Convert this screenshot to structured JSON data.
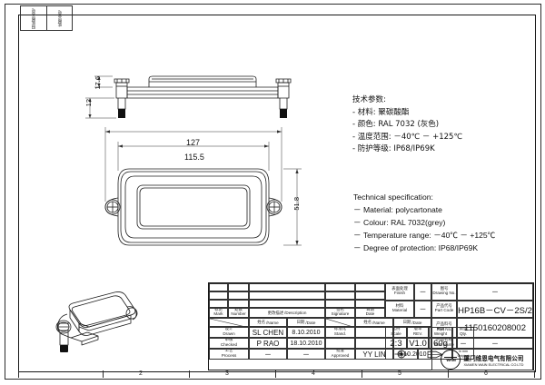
{
  "sheet": {
    "zone_labels_bottom": [
      "2",
      "3",
      "4",
      "5",
      "6"
    ],
    "corner_table": {
      "cells": [
        "旧底图总号",
        "底图总号",
        "签名 日期"
      ]
    }
  },
  "spec_cn": {
    "title": "技术参数:",
    "lines": [
      "- 材料: 聚碳酸酯",
      "- 颜色: RAL 7032 (灰色)",
      "- 温度范围: －40℃ － +125℃",
      "- 防护等级: IP68/IP69K"
    ]
  },
  "spec_en": {
    "title": "Technical specification:",
    "lines": [
      "－ Material: polycartonate",
      "－ Colour: RAL 7032(grey)",
      "－ Temperature range:  －40℃ －  +125℃",
      "－ Degree of protection: IP68/IP69K"
    ]
  },
  "dimensions": {
    "overall_width": "127",
    "inner_width": "115.5",
    "height": "51.8",
    "side_height_1": "17.6",
    "side_height_2": "12"
  },
  "title_block": {
    "labels": {
      "mark_cn": "标记",
      "mark_en": "Mark",
      "number_cn": "处数",
      "number_en": "Number",
      "description_cn": "更改描述",
      "description_en": "/Description",
      "signature_cn": "签名",
      "signature_en": "Signature",
      "date_cn": "日期",
      "date_en": "Date",
      "name_cn": "姓名",
      "name_en": "/Name",
      "date2_cn": "日期",
      "date2_en": "/Date",
      "design_cn": "设计",
      "design_en": "Drawn",
      "checked_cn": "审核",
      "checked_en": "Checked",
      "process_cn": "工艺",
      "process_en": "Process",
      "stand_cn": "标准化",
      "stand_en": "Stand.",
      "approved_cn": "批准",
      "approved_en": "Approved",
      "finish_cn": "表面处理",
      "finish_en": "Finish",
      "material_cn": "材料",
      "material_en": "Material",
      "scale_cn": "比例",
      "scale_en": "Scale",
      "rev_cn": "版本",
      "rev_en": "REV.",
      "weight_cn": "重量",
      "weight_en": "Weight",
      "qty_cn": "数量",
      "qty_en": "Qty.",
      "drawing_no_cn": "图号",
      "drawing_no_en": "Drawing No.",
      "part_code_cn": "产品代号",
      "part_code_en": "Part Code",
      "part_no_cn": "产品料号",
      "part_no_en": "Part No.",
      "part_name_cn": "产品名称",
      "part_name_en": "Part Name"
    },
    "values": {
      "drawn_name": "SL CHEN",
      "drawn_date": "8.10.2010",
      "checked_name": "P RAO",
      "checked_date": "18.10.2010",
      "process_name": "－",
      "process_date": "－",
      "stand_name": "",
      "stand_date": "",
      "approved_name": "YY LIN",
      "approved_date": "8.10.2010",
      "finish": "－",
      "material": "－",
      "scale": "2:3",
      "rev": "V1.0",
      "weight": "60g",
      "qty": "－",
      "drawing_no": "－",
      "part_code": "HP16B－CV－2S/2",
      "part_no": "1150160208002",
      "part_name": "－"
    },
    "note": "All Dimensions in mm\nOriginal Size DIN A 4",
    "company": {
      "logo_text": "WAIN",
      "name_zh": "厦门维恩电气有限公司",
      "name_en": "XIAMEN WAIN ELECTRICAL CO.LTD"
    }
  },
  "colors": {
    "line": "#161616",
    "thin": "#333333",
    "paper": "#ffffff"
  }
}
